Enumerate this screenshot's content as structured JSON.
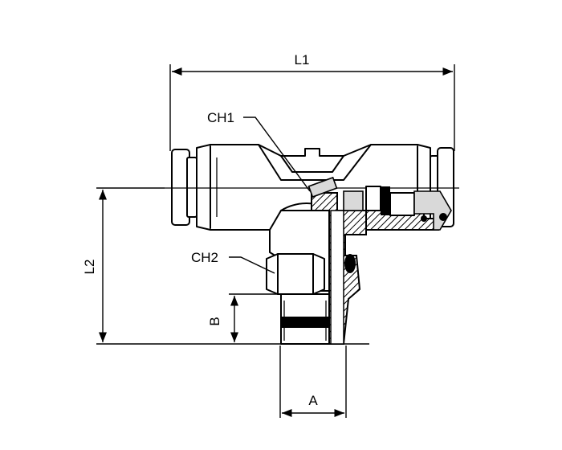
{
  "labels": {
    "l1": "L1",
    "l2": "L2",
    "a": "A",
    "b": "B",
    "ch1": "CH1",
    "ch2": "CH2"
  }
}
